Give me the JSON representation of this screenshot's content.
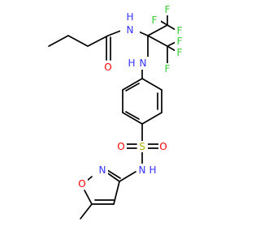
{
  "colors": {
    "bond": "#000000",
    "carbon": "#000000",
    "nitrogen": "#3333ff",
    "oxygen": "#ff0000",
    "sulfur": "#b3b300",
    "fluorine": "#33cc33"
  },
  "atoms": [
    {
      "label": "F",
      "element": "fluorine"
    },
    {
      "label": "F",
      "element": "fluorine"
    },
    {
      "label": "F",
      "element": "fluorine"
    },
    {
      "label": "F",
      "element": "fluorine"
    },
    {
      "label": "F",
      "element": "fluorine"
    },
    {
      "label": "F",
      "element": "fluorine"
    },
    {
      "label": "H",
      "element": "nitrogen"
    },
    {
      "label": "N",
      "element": "nitrogen"
    },
    {
      "label": "O",
      "element": "oxygen"
    },
    {
      "label": "N",
      "element": "nitrogen"
    },
    {
      "label": "H",
      "element": "nitrogen"
    },
    {
      "label": "S",
      "element": "sulfur"
    },
    {
      "label": "O",
      "element": "oxygen"
    },
    {
      "label": "O",
      "element": "oxygen"
    },
    {
      "label": "N",
      "element": "nitrogen"
    },
    {
      "label": "H",
      "element": "nitrogen"
    },
    {
      "label": "N",
      "element": "nitrogen"
    },
    {
      "label": "O",
      "element": "oxygen"
    }
  ]
}
